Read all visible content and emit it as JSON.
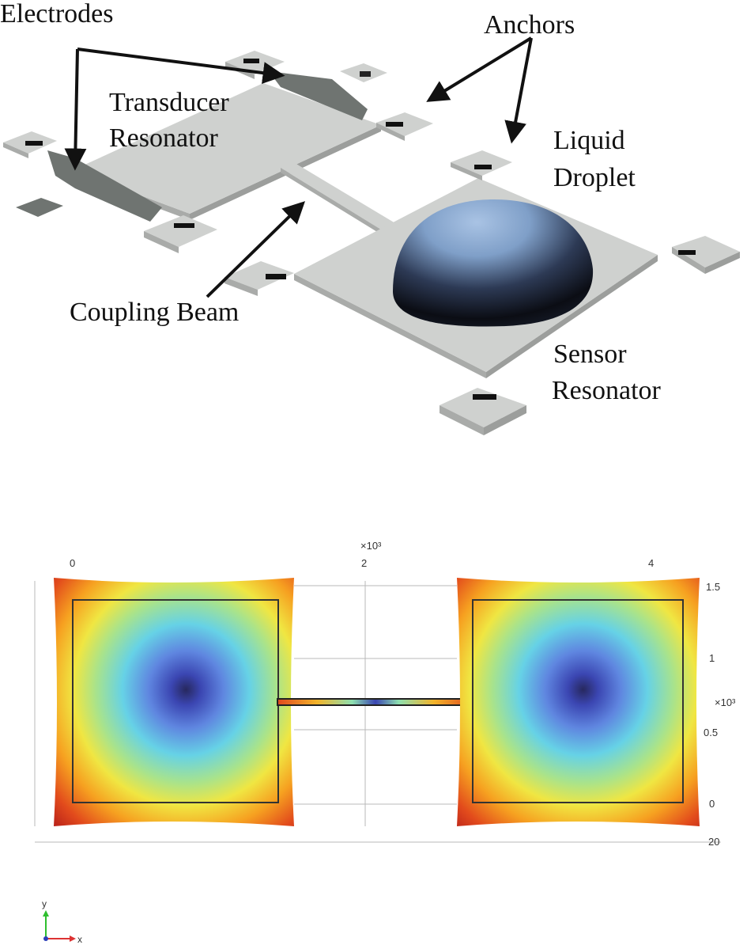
{
  "labels": {
    "electrodes": "Electrodes",
    "anchors": "Anchors",
    "transducer_line1": "Transducer",
    "transducer_line2": "Resonator",
    "liquid_line1": "Liquid",
    "liquid_line2": "Droplet",
    "coupling_beam": "Coupling Beam",
    "sensor_line1": "Sensor",
    "sensor_line2": "Resonator"
  },
  "plot": {
    "x_multiplier": "×10³",
    "y_multiplier": "×10³",
    "x_ticks": [
      "0",
      "2",
      "4"
    ],
    "y_ticks": [
      "1.5",
      "1",
      "0.5",
      "0"
    ],
    "x_ticks_bottom_overlap": "20"
  },
  "axes_triad": {
    "y_label": "y",
    "x_label": "x"
  },
  "colors": {
    "plate_top": "#cfd1cf",
    "plate_side": "#a9aba9",
    "electrode": "#6f7471",
    "droplet_light": "#9bb8dc",
    "droplet_dark": "#0c0f18",
    "field_hot": "#d4361c",
    "field_cold": "#3a3fae"
  }
}
